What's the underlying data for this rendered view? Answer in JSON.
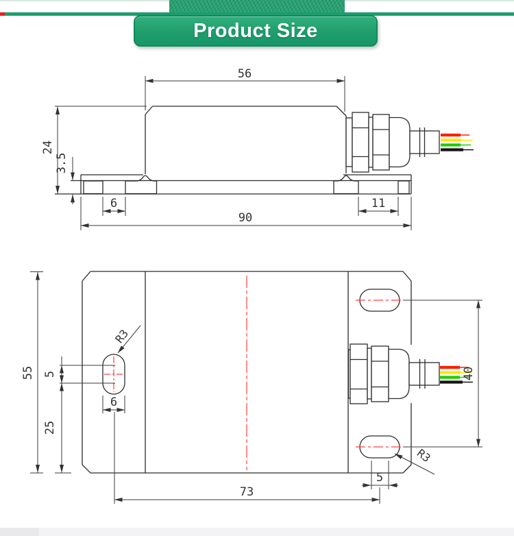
{
  "banner": {
    "title": "Product Size",
    "bar_green": "#1c9e6e",
    "button_green": "#23a371",
    "left_tick_red": "#e52222"
  },
  "drawing": {
    "line_color": "#2b2b2b",
    "centerline_red": "#ff4040",
    "side_view": {
      "dims": {
        "body_width": "56",
        "total_height": "24",
        "plate_thickness": "3.5",
        "left_slot_width": "6",
        "right_slot_width": "11",
        "total_width": "90"
      },
      "wires": [
        {
          "name": "red-wire",
          "color": "#ff1f00"
        },
        {
          "name": "yellow-wire",
          "color": "#ffe800"
        },
        {
          "name": "green-wire",
          "color": "#1ecc00"
        },
        {
          "name": "black-wire",
          "color": "#141414"
        }
      ]
    },
    "top_view": {
      "dims": {
        "total_height": "55",
        "slot_center_gap": "5",
        "bottom_offset": "25",
        "slot_width": "6",
        "hole_spacing": "73",
        "right_arc_gap": "5",
        "right_slot_span": "40",
        "left_slot_radius": "R3",
        "right_slot_radius": "R3"
      },
      "wires": [
        {
          "name": "red-wire",
          "color": "#ff1f00"
        },
        {
          "name": "yellow-wire",
          "color": "#ffe800"
        },
        {
          "name": "green-wire",
          "color": "#1ecc00"
        },
        {
          "name": "black-wire",
          "color": "#141414"
        }
      ]
    }
  }
}
